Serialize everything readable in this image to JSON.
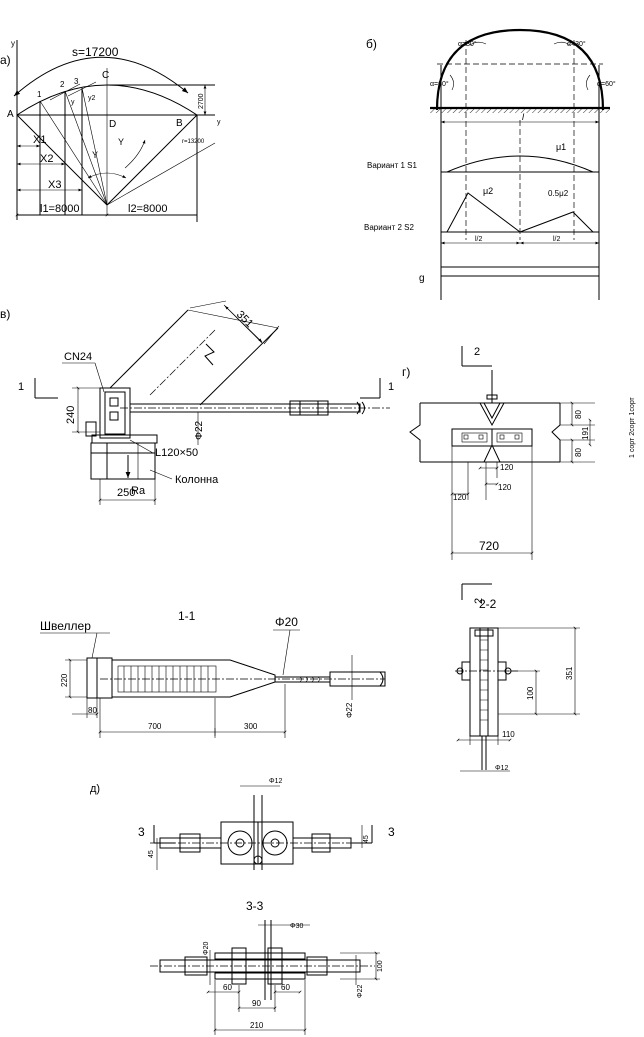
{
  "panel_a": {
    "label": "а)",
    "arc_length": "s=17200",
    "pt_a": "A",
    "pt_b": "B",
    "pt_c": "C",
    "pt_d": "D",
    "n1": "1",
    "n2": "2",
    "n3": "3",
    "y_axis": "y",
    "x_axis": "y",
    "y_var": "y",
    "y2": "y2",
    "h_dim": "2700",
    "radius": "r=13200",
    "x1": "X1",
    "x2": "X2",
    "x3": "X3",
    "gamma1": "Y",
    "gamma2": "Y",
    "l1": "l1=8000",
    "l2": "l2=8000"
  },
  "panel_b": {
    "label": "б)",
    "ang_left_top": "α=30°",
    "ang_right_top": "α=30°",
    "ang_left_side": "α=60°",
    "ang_right_side": "α=60°",
    "span": "l",
    "variant1": "Вариант 1  S1",
    "mu1": "μ1",
    "variant2": "Вариант 2  S2",
    "mu2": "μ2",
    "half_mu2": "0.5μ2",
    "half_l_left": "l/2",
    "half_l_right": "l/2",
    "g_label": "g"
  },
  "panel_v": {
    "label": "в)",
    "channel": "CN24",
    "diag_dim": "351",
    "h240": "240",
    "rod_diam": "Φ22",
    "angle": "L120×50",
    "column": "Колонна",
    "reaction": "Ra",
    "w250": "250",
    "sec_left": "1",
    "sec_right": "1"
  },
  "panel_g": {
    "label": "г)",
    "sec_top": "2",
    "sec_bottom": "2",
    "d80a": "80",
    "d191": "191",
    "d80b": "80",
    "d120a": "120",
    "d120b": "120",
    "d120c": "120",
    "d720": "720",
    "side_text": "1 сорт   2сорт  1сорт"
  },
  "section_11": {
    "title": "1-1",
    "channel": "Швеллер",
    "rod": "Φ20",
    "h220": "220",
    "w80": "80",
    "d700": "700",
    "d300": "300",
    "diam": "Φ22"
  },
  "section_22": {
    "title": "2-2",
    "h351": "351",
    "h100": "100",
    "d110": "110",
    "diam": "Φ12"
  },
  "panel_d": {
    "label": "д)",
    "diam12": "Φ12",
    "sec_left": "3",
    "sec_right": "3",
    "d45a": "45",
    "d45b": "45"
  },
  "section_33": {
    "title": "3-3",
    "diam30": "Φ30",
    "diam20": "Φ20",
    "d60a": "60",
    "d90": "90",
    "d60b": "60",
    "d210": "210",
    "d100": "100",
    "diam22": "Φ22"
  }
}
